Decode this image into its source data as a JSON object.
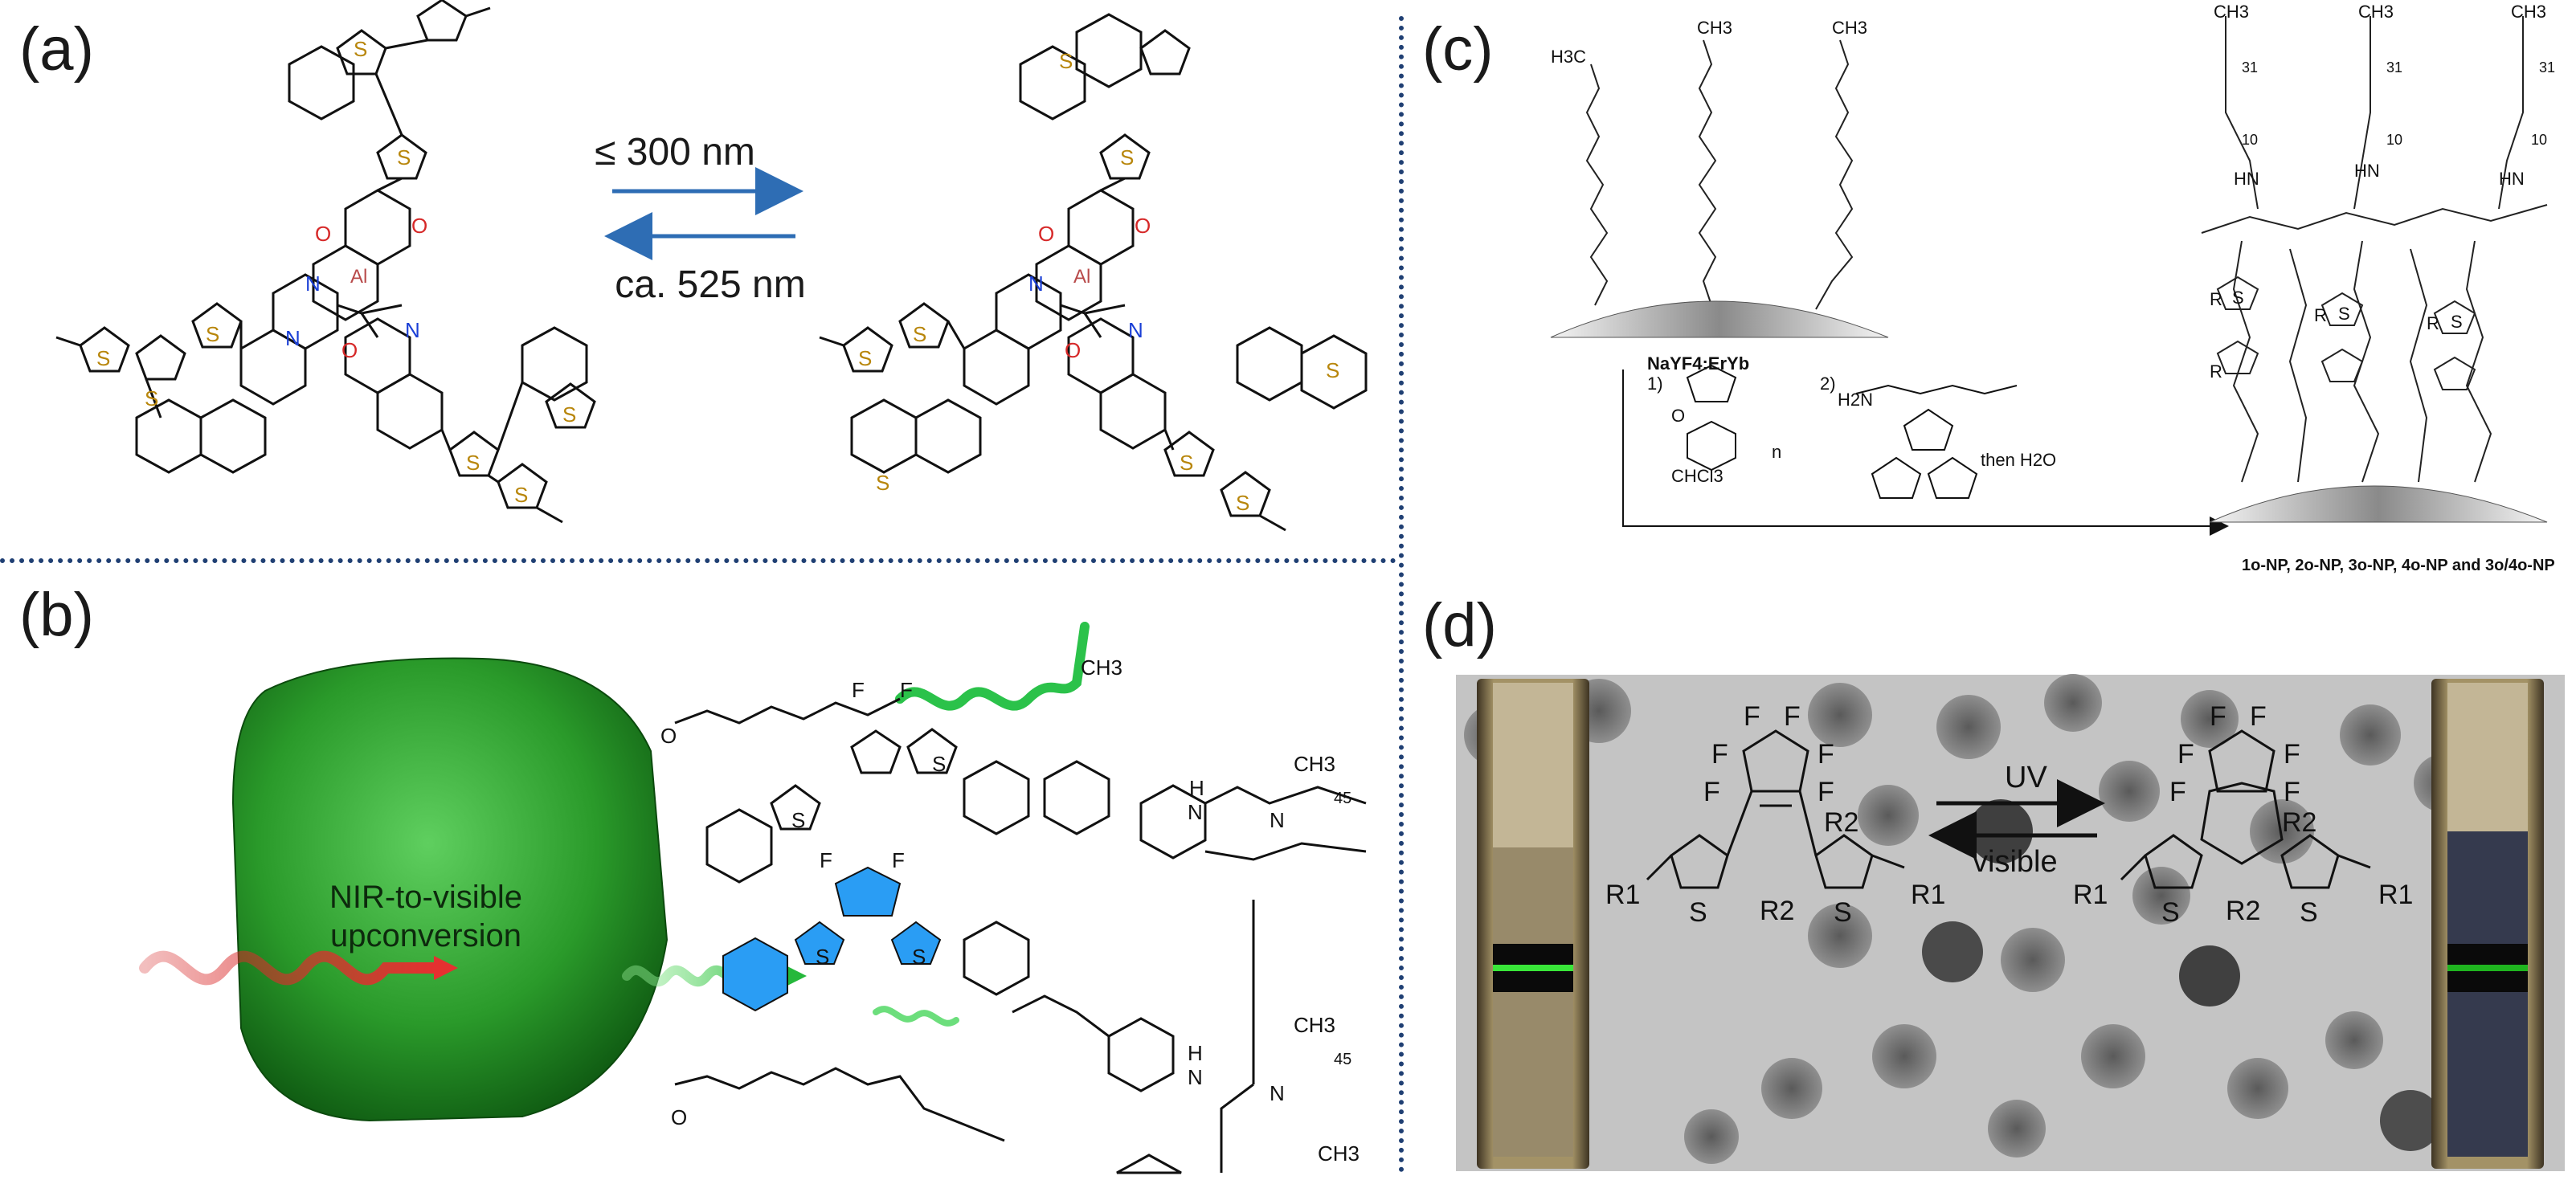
{
  "panel_a": {
    "label": "(a)",
    "forward_label": "≤ 300 nm",
    "reverse_label": "ca. 525 nm",
    "atoms": {
      "sulfur": "S",
      "oxygen": "O",
      "nitrogen": "N",
      "aluminum": "Al"
    },
    "arrow_color": "#2e6db4"
  },
  "panel_b": {
    "label": "(b)",
    "particle_text_line1": "NIR-to-visible",
    "particle_text_line2": "upconversion",
    "groups": {
      "methyl": "CH3",
      "peg_repeat": "45",
      "amide_h": "H",
      "amide_n": "N",
      "oxygen": "O",
      "sulfur": "S",
      "fluorine": "F"
    },
    "colors": {
      "particle": "#2e8b2e",
      "nir_wave": "#d62828",
      "visible_wave": "#3ed45a",
      "highlight": "#2a9df4"
    }
  },
  "panel_c": {
    "label": "(c)",
    "core_label": "NaYF4:ErYb",
    "step1": "1)",
    "step2": "2)",
    "solvent": "CHCl3",
    "then": "then H2O",
    "product_label": "1o-NP, 2o-NP, 3o-NP, 4o-NP and 3o/4o-NP",
    "groups": {
      "h3c": "H3C",
      "ch3": "CH3",
      "repeat_31": "31",
      "repeat_10": "10",
      "n": "n",
      "r": "R",
      "s": "S",
      "o": "O",
      "hn": "HN",
      "h2n": "H2N"
    }
  },
  "panel_d": {
    "label": "(d)",
    "forward_label": "UV",
    "reverse_label": "visible",
    "groups": {
      "f": "F",
      "r1": "R1",
      "r2": "R2",
      "s": "S"
    },
    "colors": {
      "background": "#b9b9b9",
      "beam": "#39e639",
      "cuvette_frame": "#6b5a3a"
    }
  }
}
